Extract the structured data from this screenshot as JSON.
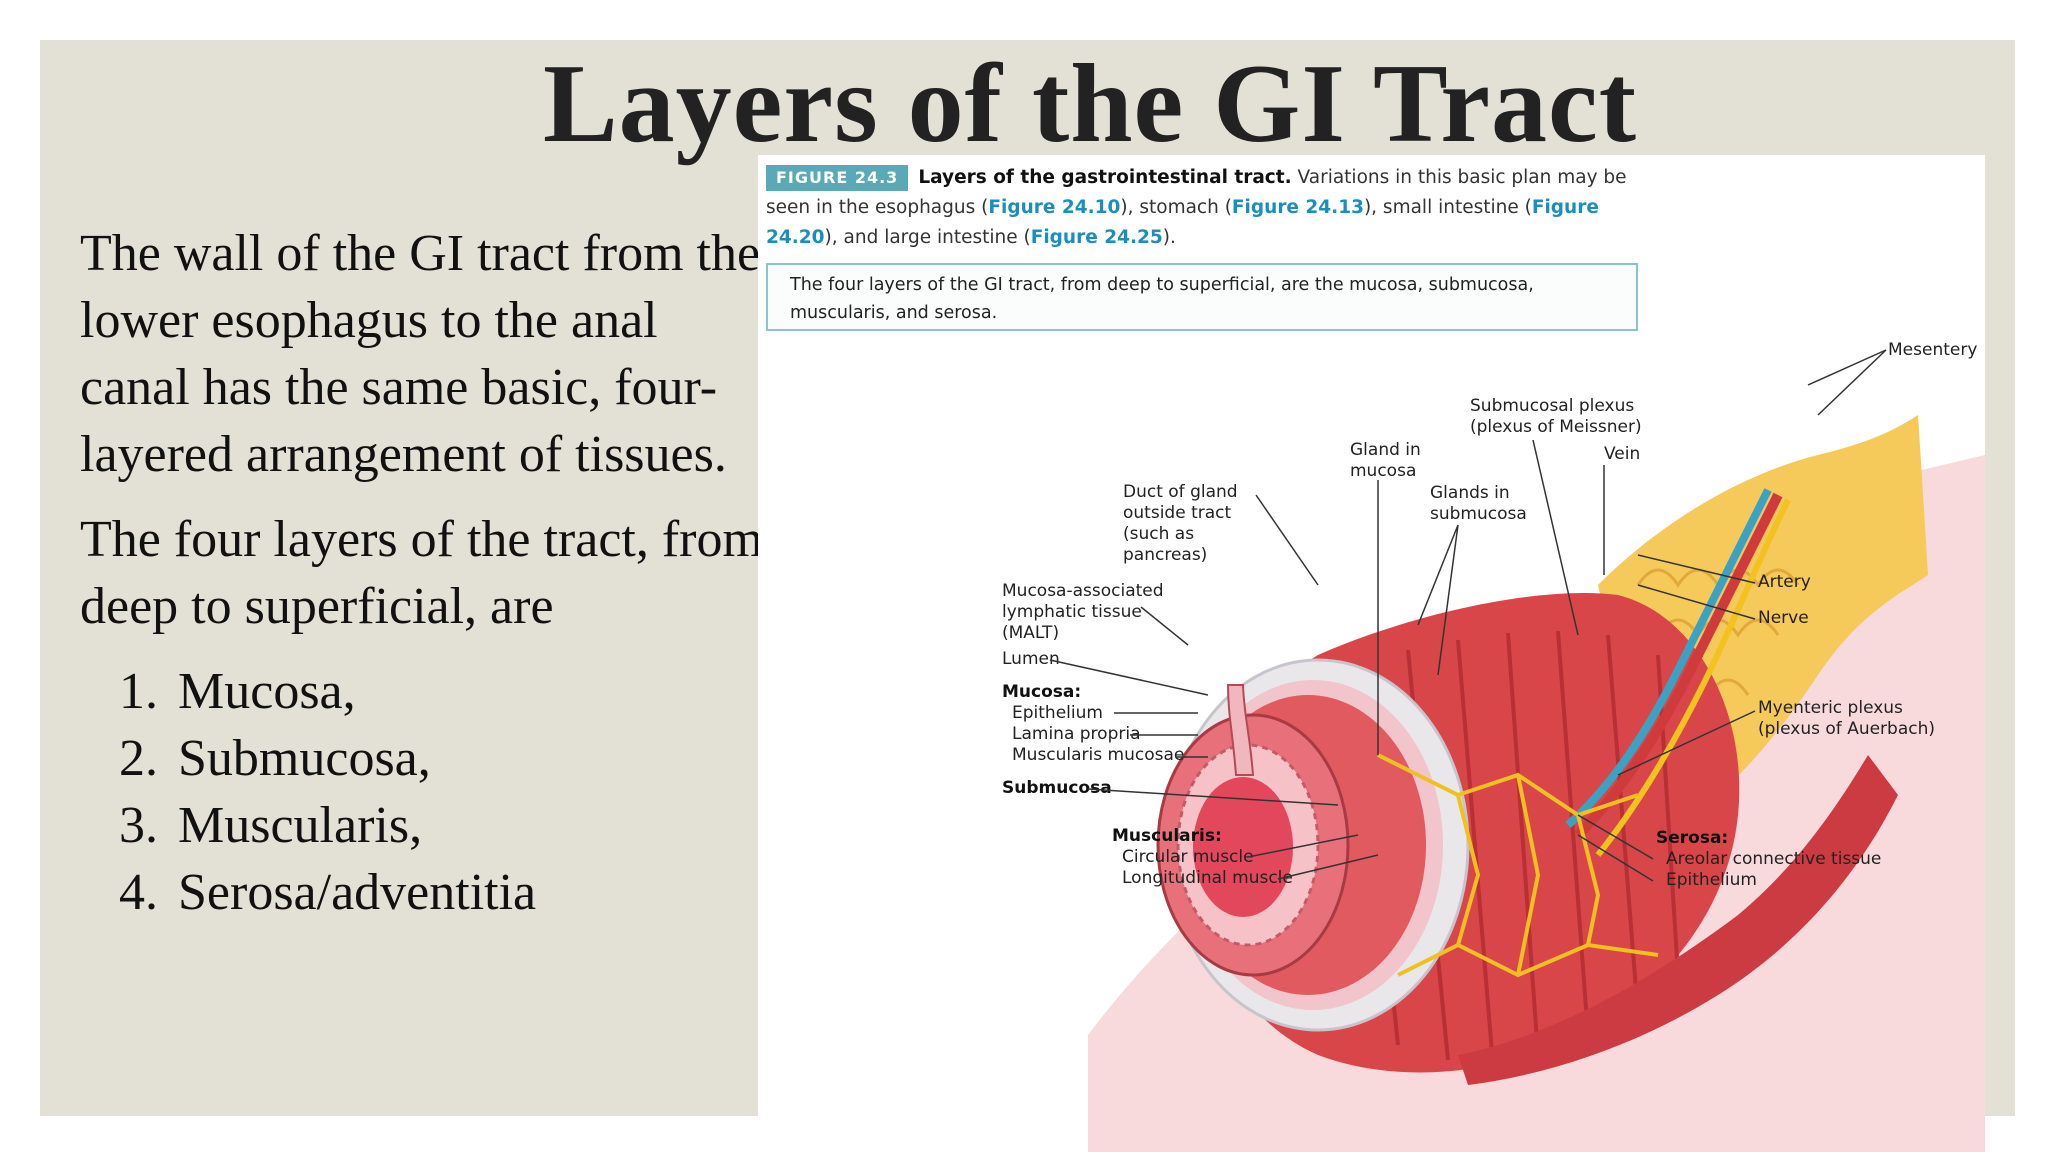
{
  "slide": {
    "title": "Layers of the GI Tract",
    "paragraph1": "The wall of the GI tract from the lower esophagus to the anal canal has the same basic, four-layered arrangement of tissues.",
    "paragraph2": "The four layers of the tract, from deep to superficial, are",
    "layers": [
      {
        "num": "1.",
        "text": "Mucosa,"
      },
      {
        "num": "2.",
        "text": "Submucosa,"
      },
      {
        "num": "3.",
        "text": "Muscularis,"
      },
      {
        "num": "4.",
        "text": "Serosa/adventitia"
      }
    ]
  },
  "figure": {
    "badge": "FIGURE 24.3",
    "caption_title": "Layers of the gastrointestinal tract.",
    "caption_text1": "Variations in this basic plan may be seen in the esophagus (",
    "ref1": "Figure 24.10",
    "caption_text2": "), stomach (",
    "ref2": "Figure 24.13",
    "caption_text3": "), small intestine (",
    "ref3": "Figure 24.20",
    "caption_text4": "), and large intestine (",
    "ref4": "Figure 24.25",
    "caption_text5": ").",
    "summary": "The four layers of the GI tract, from deep to superficial, are the mucosa, submucosa, muscularis, and serosa.",
    "labels": {
      "mesentery": "Mesentery",
      "submucosal_plexus_1": "Submucosal plexus",
      "submucosal_plexus_2": "(plexus of Meissner)",
      "gland_mucosa_1": "Gland in",
      "gland_mucosa_2": "mucosa",
      "vein": "Vein",
      "duct_1": "Duct of gland",
      "duct_2": "outside tract",
      "duct_3": "(such as",
      "duct_4": "pancreas)",
      "glands_sub_1": "Glands in",
      "glands_sub_2": "submucosa",
      "malt_1": "Mucosa-associated",
      "malt_2": "lymphatic tissue",
      "malt_3": "(MALT)",
      "artery": "Artery",
      "nerve": "Nerve",
      "lumen": "Lumen",
      "mucosa": "Mucosa:",
      "epithelium": "Epithelium",
      "lamina_propria": "Lamina propria",
      "muscularis_mucosae": "Muscularis mucosae",
      "myenteric_1": "Myenteric plexus",
      "myenteric_2": "(plexus of Auerbach)",
      "submucosa": "Submucosa",
      "muscularis": "Muscularis:",
      "circular_muscle": "Circular muscle",
      "longitudinal_muscle": "Longitudinal muscle",
      "serosa": "Serosa:",
      "areolar": "Areolar connective tissue",
      "serosa_epithelium": "Epithelium"
    }
  }
}
